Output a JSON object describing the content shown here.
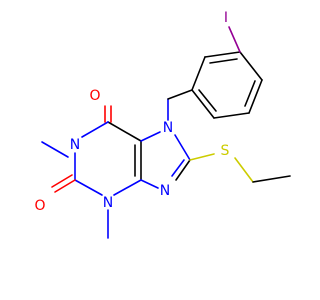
{
  "molecule": {
    "atoms": {
      "o_top": "O",
      "o_left": "O",
      "n_methyl": "N",
      "n_bottom": "N",
      "n_benzyl": "N",
      "n_imidazole": "N",
      "sulfur": "S",
      "iodine": "I"
    },
    "colors": {
      "carbon": "#000000",
      "oxygen": "#ff0000",
      "nitrogen": "#0000ff",
      "sulfur": "#cccc00",
      "iodine": "#940094"
    }
  }
}
